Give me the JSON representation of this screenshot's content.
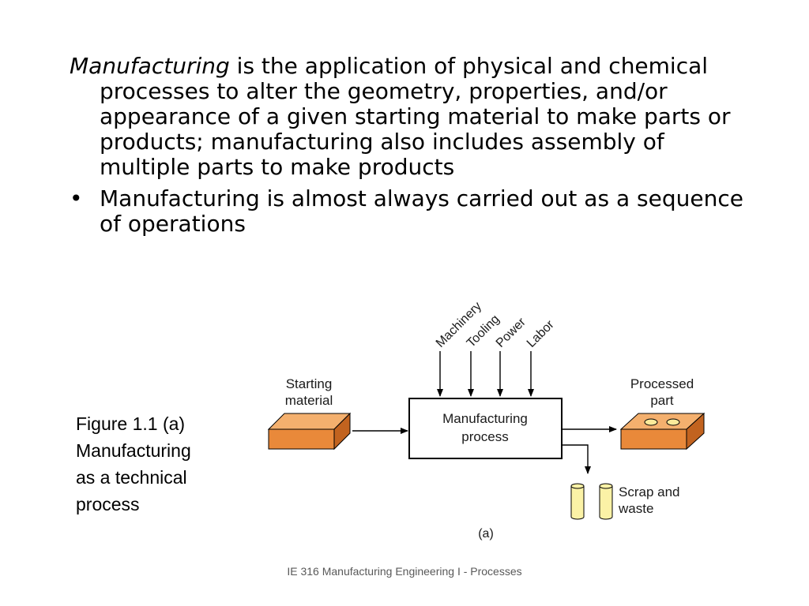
{
  "text": {
    "para1_lead": "Manufacturing",
    "para1_rest": " is the application of physical and chemical processes to alter the geometry, properties, and/or appearance of a given starting material to make parts or products; manufacturing also includes assembly of multiple parts to make products",
    "bullet_symbol": "•",
    "bullet1": "Manufacturing is almost always carried out as a sequence of operations"
  },
  "caption": {
    "line1": "Figure 1.1 (a)",
    "line2": "Manufacturing",
    "line3": "as a technical",
    "line4": "process"
  },
  "diagram": {
    "inputs": [
      "Machinery",
      "Tooling",
      "Power",
      "Labor"
    ],
    "starting_line1": "Starting",
    "starting_line2": "material",
    "process_line1": "Manufacturing",
    "process_line2": "process",
    "processed_line1": "Processed",
    "processed_line2": "part",
    "scrap_line1": "Scrap and",
    "scrap_line2": "waste",
    "sublabel": "(a)",
    "colors": {
      "block_front": "#E9893A",
      "block_top": "#F4B06E",
      "block_side": "#C2631F",
      "scrap_fill": "#FBF2A6",
      "hole_fill": "#FBEA9A"
    }
  },
  "footer": "IE 316 Manufacturing Engineering I - Processes"
}
